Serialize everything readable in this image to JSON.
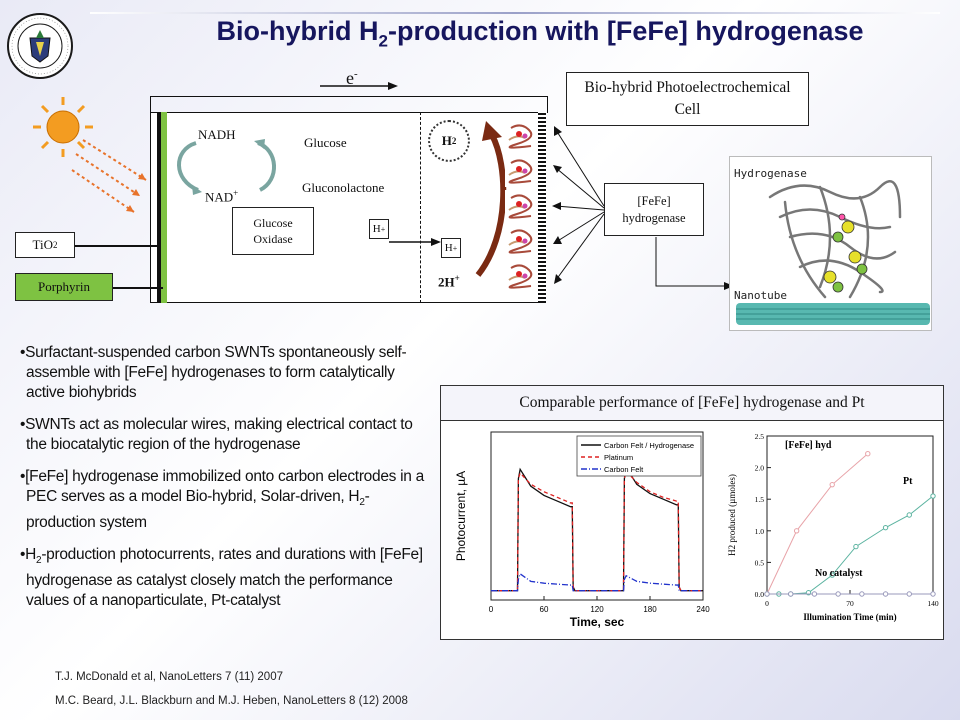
{
  "title": {
    "prefix": "Bio-hybrid H",
    "sub": "2",
    "suffix": "-production with [FeFe] hydrogenase"
  },
  "logo": {
    "ring_text": "DEPARTMENT OF ENERGY · UNITED STATES OF AMERICA"
  },
  "cell": {
    "electron": "e",
    "electron_sup": "-",
    "nadh": "NADH",
    "nad": "NAD",
    "nad_sup": "+",
    "glucose": "Glucose",
    "gluconolactone": "Gluconolactone",
    "glucose_oxidase": "Glucose Oxidase",
    "h2": "H",
    "h2_sub": "2",
    "hplus": "H",
    "hplus_sup": "+",
    "twoh": "2H",
    "twoh_sup": "+",
    "tio2": "TiO",
    "tio2_sub": "2",
    "porphyrin": "Porphyrin"
  },
  "pec_label": "Bio-hybrid Photoelectrochemical Cell",
  "fefe_label": "[FeFe] hydrogenase",
  "structure": {
    "hydrogenase": "Hydrogenase",
    "nanotube": "Nanotube"
  },
  "bullets": [
    {
      "text": "Surfactant-suspended carbon SWNTs spontaneously self-assemble with [FeFe] hydrogenases to form catalytically active biohybrids"
    },
    {
      "text": "SWNTs act as molecular wires, making electrical contact to the biocatalytic region of the hydrogenase"
    },
    {
      "text": "[FeFe] hydrogenase immobilized onto carbon electrodes in a PEC serves as a model Bio-hybrid, Solar-driven, H",
      "sub": "2",
      "tail": "-production system"
    },
    {
      "pre": "H",
      "sub": "2",
      "text": "-production photocurrents, rates and durations with [FeFe] hydrogenase as catalyst closely match the performance values of a nanoparticulate, Pt-catalyst"
    }
  ],
  "comparison_title": "Comparable performance of [FeFe] hydrogenase and Pt",
  "chart_data": [
    {
      "type": "line",
      "xlabel": "Time, sec",
      "ylabel": "Photocurrent, µA",
      "x_ticks": [
        "0",
        "60",
        "120",
        "180",
        "240"
      ],
      "xlim": [
        0,
        240
      ],
      "ylim": [
        -5,
        85
      ],
      "series": [
        {
          "name": "Carbon Felt / Hydrogenase",
          "color": "#111111",
          "dash": "",
          "x": [
            0,
            30,
            31,
            33,
            45,
            60,
            75,
            90,
            92,
            93,
            95,
            150,
            151,
            153,
            165,
            180,
            195,
            210,
            212,
            213,
            215,
            240
          ],
          "y": [
            0,
            0,
            60,
            65,
            56,
            51,
            48,
            45,
            45,
            2,
            0,
            0,
            60,
            66,
            57,
            52,
            49,
            46,
            46,
            2,
            0,
            0
          ]
        },
        {
          "name": "Platinum",
          "color": "#dd2222",
          "dash": "4,3",
          "x": [
            0,
            30,
            31,
            33,
            45,
            60,
            75,
            90,
            92,
            93,
            95,
            150,
            151,
            153,
            165,
            180,
            195,
            210,
            212,
            213,
            215,
            240
          ],
          "y": [
            0,
            0,
            60,
            63,
            57,
            53,
            50,
            47,
            47,
            2,
            0,
            0,
            60,
            64,
            58,
            53,
            50,
            48,
            48,
            2,
            0,
            0
          ]
        },
        {
          "name": "Carbon Felt",
          "color": "#2233cc",
          "dash": "6,2,1,2",
          "x": [
            0,
            30,
            31,
            33,
            45,
            60,
            75,
            90,
            92,
            93,
            95,
            150,
            151,
            153,
            165,
            180,
            195,
            210,
            212,
            213,
            215,
            240
          ],
          "y": [
            0,
            0,
            6,
            9,
            5,
            4,
            3.5,
            3,
            3,
            0,
            0,
            0,
            6,
            8,
            5,
            4,
            3.5,
            3,
            3,
            0,
            0,
            0
          ]
        }
      ]
    },
    {
      "type": "line",
      "xlabel": "Illumination Time (min)",
      "ylabel": "H2 produced (µmoles)",
      "x_ticks": [
        "0",
        "70",
        "140"
      ],
      "y_ticks": [
        "0.0",
        "0.5",
        "1.0",
        "1.5",
        "2.0",
        "2.5"
      ],
      "xlim": [
        0,
        140
      ],
      "ylim": [
        0,
        2.5
      ],
      "series": [
        {
          "name": "[FeFe] hyd",
          "color": "#e8a3a8",
          "x": [
            0,
            25,
            55,
            85
          ],
          "y": [
            0,
            1.0,
            1.73,
            2.22
          ]
        },
        {
          "name": "Pt",
          "color": "#5bb3a0",
          "x": [
            0,
            10,
            20,
            35,
            55,
            75,
            100,
            120,
            140
          ],
          "y": [
            0,
            0,
            0,
            0.02,
            0.3,
            0.75,
            1.05,
            1.25,
            1.55
          ]
        },
        {
          "name": "No catalyst",
          "color": "#9999bb",
          "x": [
            0,
            20,
            40,
            60,
            80,
            100,
            120,
            140
          ],
          "y": [
            0,
            0,
            0,
            0,
            0,
            0,
            0,
            0
          ]
        }
      ]
    }
  ],
  "refs": [
    "T.J. McDonald et al, NanoLetters 7 (11) 2007",
    "M.C. Beard, J.L. Blackburn and M.J. Heben, NanoLetters 8 (12) 2008"
  ]
}
